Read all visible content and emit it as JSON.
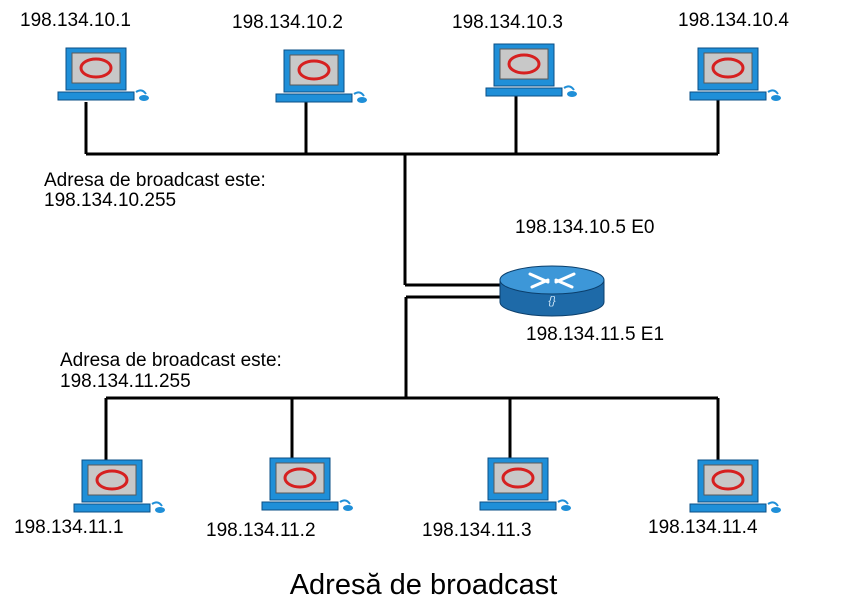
{
  "top_network": {
    "hosts": [
      {
        "ip": "198.134.10.1"
      },
      {
        "ip": "198.134.10.2"
      },
      {
        "ip": "198.134.10.3"
      },
      {
        "ip": "198.134.10.4"
      }
    ],
    "broadcast_label": "Adresa de broadcast este:",
    "broadcast_address": "198.134.10.255"
  },
  "router": {
    "e0_label": "198.134.10.5  E0",
    "e1_label": "198.134.11.5  E1"
  },
  "bottom_network": {
    "hosts": [
      {
        "ip": "198.134.11.1"
      },
      {
        "ip": "198.134.11.2"
      },
      {
        "ip": "198.134.11.3"
      },
      {
        "ip": "198.134.11.4"
      }
    ],
    "broadcast_label": "Adresa de broadcast este:",
    "broadcast_address": "198.134.11.255"
  },
  "caption": "Adresă de broadcast",
  "icons": {
    "computer": "computer-icon",
    "router": "router-icon"
  },
  "colors": {
    "pc_blue": "#1f8fd8",
    "pc_screen": "#c8c8c8",
    "pc_ring": "#d62020",
    "router_body": "#2a7fc0",
    "line": "#000000"
  }
}
